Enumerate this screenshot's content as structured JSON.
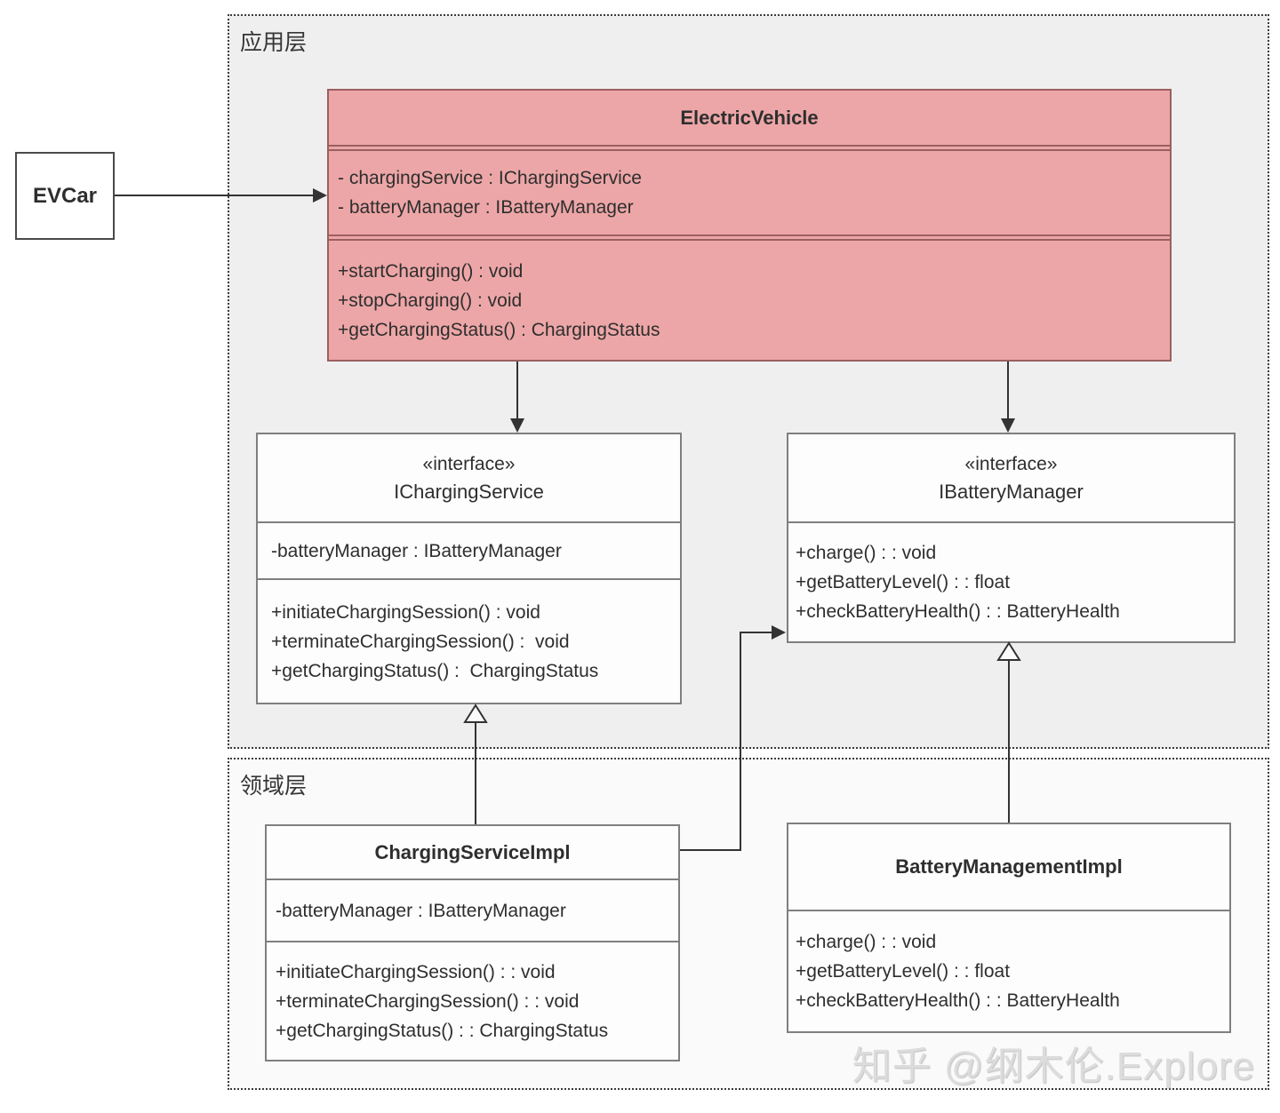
{
  "layers": {
    "application": {
      "label": "应用层"
    },
    "domain": {
      "label": "领域层"
    }
  },
  "actor": {
    "label": "EVCar"
  },
  "classes": {
    "electric_vehicle": {
      "title": "ElectricVehicle",
      "attributes": [
        "- chargingService : IChargingService",
        "- batteryManager : IBatteryManager"
      ],
      "methods": [
        "+startCharging() : void",
        "+stopCharging() : void",
        "+getChargingStatus() : ChargingStatus"
      ]
    },
    "i_charging_service": {
      "stereotype": "«interface»",
      "title": "IChargingService",
      "attributes": [
        "-batteryManager : IBatteryManager"
      ],
      "methods": [
        "+initiateChargingSession() : void",
        "+terminateChargingSession() :  void",
        "+getChargingStatus() :  ChargingStatus"
      ]
    },
    "i_battery_manager": {
      "stereotype": "«interface»",
      "title": "IBatteryManager",
      "methods": [
        "+charge() : : void",
        "+getBatteryLevel() : : float",
        "+checkBatteryHealth() : : BatteryHealth"
      ]
    },
    "charging_service_impl": {
      "title": "ChargingServiceImpl",
      "attributes": [
        "-batteryManager : IBatteryManager"
      ],
      "methods": [
        "+initiateChargingSession() : : void",
        "+terminateChargingSession() : : void",
        "+getChargingStatus() : : ChargingStatus"
      ]
    },
    "battery_management_impl": {
      "title": "BatteryManagementImpl",
      "methods": [
        "+charge() : : void",
        "+getBatteryLevel() : : float",
        "+checkBatteryHealth() : : BatteryHealth"
      ]
    }
  },
  "colors": {
    "pink_fill": "#eda6a7",
    "pink_border": "#9b5f60",
    "gray_border": "#7f7f7f",
    "app_bg": "#efefef",
    "domain_bg": "#fafafa",
    "text_color": "#2e2e2e",
    "line_color": "#333333",
    "watermark_color": "#dcdcdc"
  },
  "watermark": {
    "text": "知乎 @纲木伦.Explore"
  }
}
